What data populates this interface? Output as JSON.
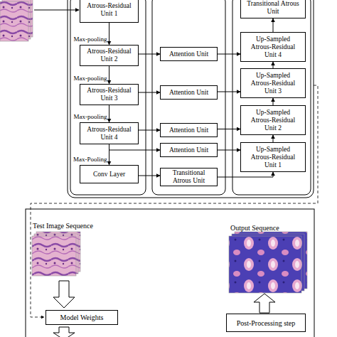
{
  "diagram": {
    "nodes": [
      {
        "text": [
          "Atrous-Residual Unit 1"
        ]
      },
      {
        "text": [
          "Atrous-Residual Unit 2"
        ]
      },
      {
        "text": [
          "Atrous-Residual Unit 3"
        ]
      },
      {
        "text": [
          "Atrous-Residual Unit 4"
        ]
      },
      {
        "text": [
          "Conv Layer"
        ]
      },
      {
        "text": [
          "Attention Unit"
        ]
      },
      {
        "text": [
          "Attention Unit"
        ]
      },
      {
        "text": [
          "Attention Unit"
        ]
      },
      {
        "text": [
          "Attention Unit"
        ]
      },
      {
        "text": [
          "Transitional Atrous Unit"
        ]
      },
      {
        "text": [
          "Transitional Atrous Unit"
        ]
      },
      {
        "text": [
          "Up-Sampled Atrous-Residual Unit 4"
        ]
      },
      {
        "text": [
          "Up-Sampled Atrous-Residual Unit 3"
        ]
      },
      {
        "text": [
          "Up-Sampled Atrous-Residual Unit 2"
        ]
      },
      {
        "text": [
          "Up-Sampled Atrous-Residual Unit 1"
        ]
      },
      {
        "text": [
          "Model Weights"
        ]
      },
      {
        "text": [
          "Post-Processing step"
        ]
      }
    ],
    "edges": [
      {
        "from": 0,
        "to": 1,
        "arrow": "to",
        "label": "Max-pooling"
      },
      {
        "from": 1,
        "to": 2,
        "arrow": "to",
        "label": "Max-pooling"
      },
      {
        "from": 2,
        "to": 3,
        "arrow": "to",
        "label": "Max-pooling"
      },
      {
        "from": 3,
        "to": 4,
        "arrow": "to",
        "label": "Max-Pooling"
      },
      {
        "from": 1,
        "to": 5,
        "arrow": "to"
      },
      {
        "from": 2,
        "to": 6,
        "arrow": "to"
      },
      {
        "from": 3,
        "to": 7,
        "arrow": "to"
      },
      {
        "from": 3,
        "to": 8,
        "arrow": "to"
      },
      {
        "from": 5,
        "to": 11,
        "arrow": "to"
      },
      {
        "from": 6,
        "to": 12,
        "arrow": "to"
      },
      {
        "from": 7,
        "to": 13,
        "arrow": "to"
      },
      {
        "from": 8,
        "to": 14,
        "arrow": "to"
      },
      {
        "from": 4,
        "to": 9,
        "arrow": "to"
      },
      {
        "from": 9,
        "to": 14,
        "arrow": "to"
      },
      {
        "from": 14,
        "to": 13,
        "arrow": "to"
      },
      {
        "from": 13,
        "to": 12,
        "arrow": "to"
      },
      {
        "from": 12,
        "to": 11,
        "arrow": "to"
      },
      {
        "from": 11,
        "to": 10,
        "arrow": "to"
      }
    ],
    "labels": [
      "Test Image Sequence",
      "Output Sequence"
    ]
  }
}
